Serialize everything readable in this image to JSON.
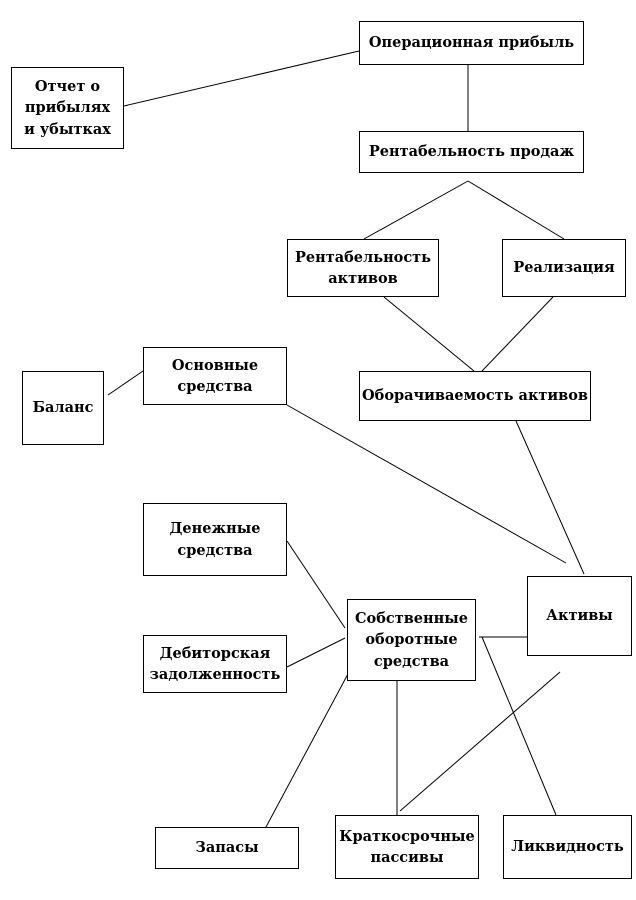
{
  "diagram": {
    "nodes": {
      "oper": {
        "label": "Операционная  прибыль"
      },
      "otchet": {
        "label": "Отчет о\nприбылях\nи убытках"
      },
      "rent_pr": {
        "label": "Рентабельность продаж"
      },
      "rent_akt": {
        "label": "Рентабельность\nактивов"
      },
      "realiz": {
        "label": "Реализация"
      },
      "osnov": {
        "label": "Основные\nсредства"
      },
      "balans": {
        "label": "Баланс"
      },
      "obor": {
        "label": "Оборачиваемость активов"
      },
      "den": {
        "label": "Денежные\nсредства"
      },
      "aktivy": {
        "label": "Активы"
      },
      "sobst": {
        "label": "Собственные\nоборотные\nсредства"
      },
      "debit": {
        "label": "Дебиторская\nзадолженность"
      },
      "zapasy": {
        "label": "Запасы"
      },
      "krat": {
        "label": "Краткосрочные\nпассивы"
      },
      "likv": {
        "label": "Ликвидность"
      }
    },
    "connections": [
      {
        "from": "otchet",
        "to": "oper"
      },
      {
        "from": "oper",
        "to": "rent_pr"
      },
      {
        "from": "rent_pr",
        "to": "rent_akt"
      },
      {
        "from": "rent_pr",
        "to": "realiz"
      },
      {
        "from": "rent_akt",
        "to": "obor"
      },
      {
        "from": "realiz",
        "to": "obor"
      },
      {
        "from": "balans",
        "to": "osnov"
      },
      {
        "from": "osnov",
        "to": "aktivy"
      },
      {
        "from": "obor",
        "to": "aktivy"
      },
      {
        "from": "den",
        "to": "sobst"
      },
      {
        "from": "debit",
        "to": "sobst"
      },
      {
        "from": "sobst",
        "to": "aktivy"
      },
      {
        "from": "sobst",
        "to": "zapasy"
      },
      {
        "from": "sobst",
        "to": "krat"
      },
      {
        "from": "sobst",
        "to": "likv"
      },
      {
        "from": "aktivy",
        "to": "krat"
      }
    ],
    "colors": {
      "line": "#000000",
      "box_border": "#000000",
      "background": "#ffffff",
      "text": "#000000"
    }
  }
}
